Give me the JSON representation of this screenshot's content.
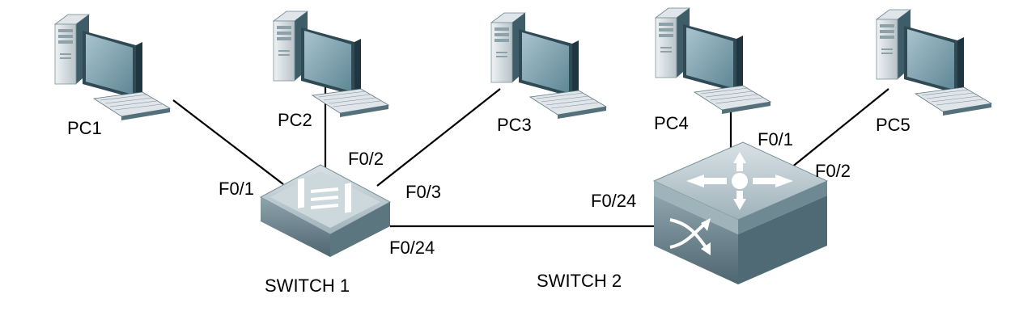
{
  "pcs": [
    {
      "label": "PC1"
    },
    {
      "label": "PC2"
    },
    {
      "label": "PC3"
    },
    {
      "label": "PC4"
    },
    {
      "label": "PC5"
    }
  ],
  "switches": [
    {
      "label": "SWITCH 1"
    },
    {
      "label": "SWITCH 2"
    }
  ],
  "ports": {
    "sw1_f01": "F0/1",
    "sw1_f02": "F0/2",
    "sw1_f03": "F0/3",
    "sw1_f024": "F0/24",
    "sw2_f024": "F0/24",
    "sw2_f01": "F0/1",
    "sw2_f02": "F0/2"
  },
  "colors": {
    "pc_body": "#d4dade",
    "pc_dark": "#3c5a66",
    "screen": "#7ea3b1",
    "switch_top": "#b9c7cd",
    "switch_side": "#6d8791",
    "link": "#000000"
  }
}
